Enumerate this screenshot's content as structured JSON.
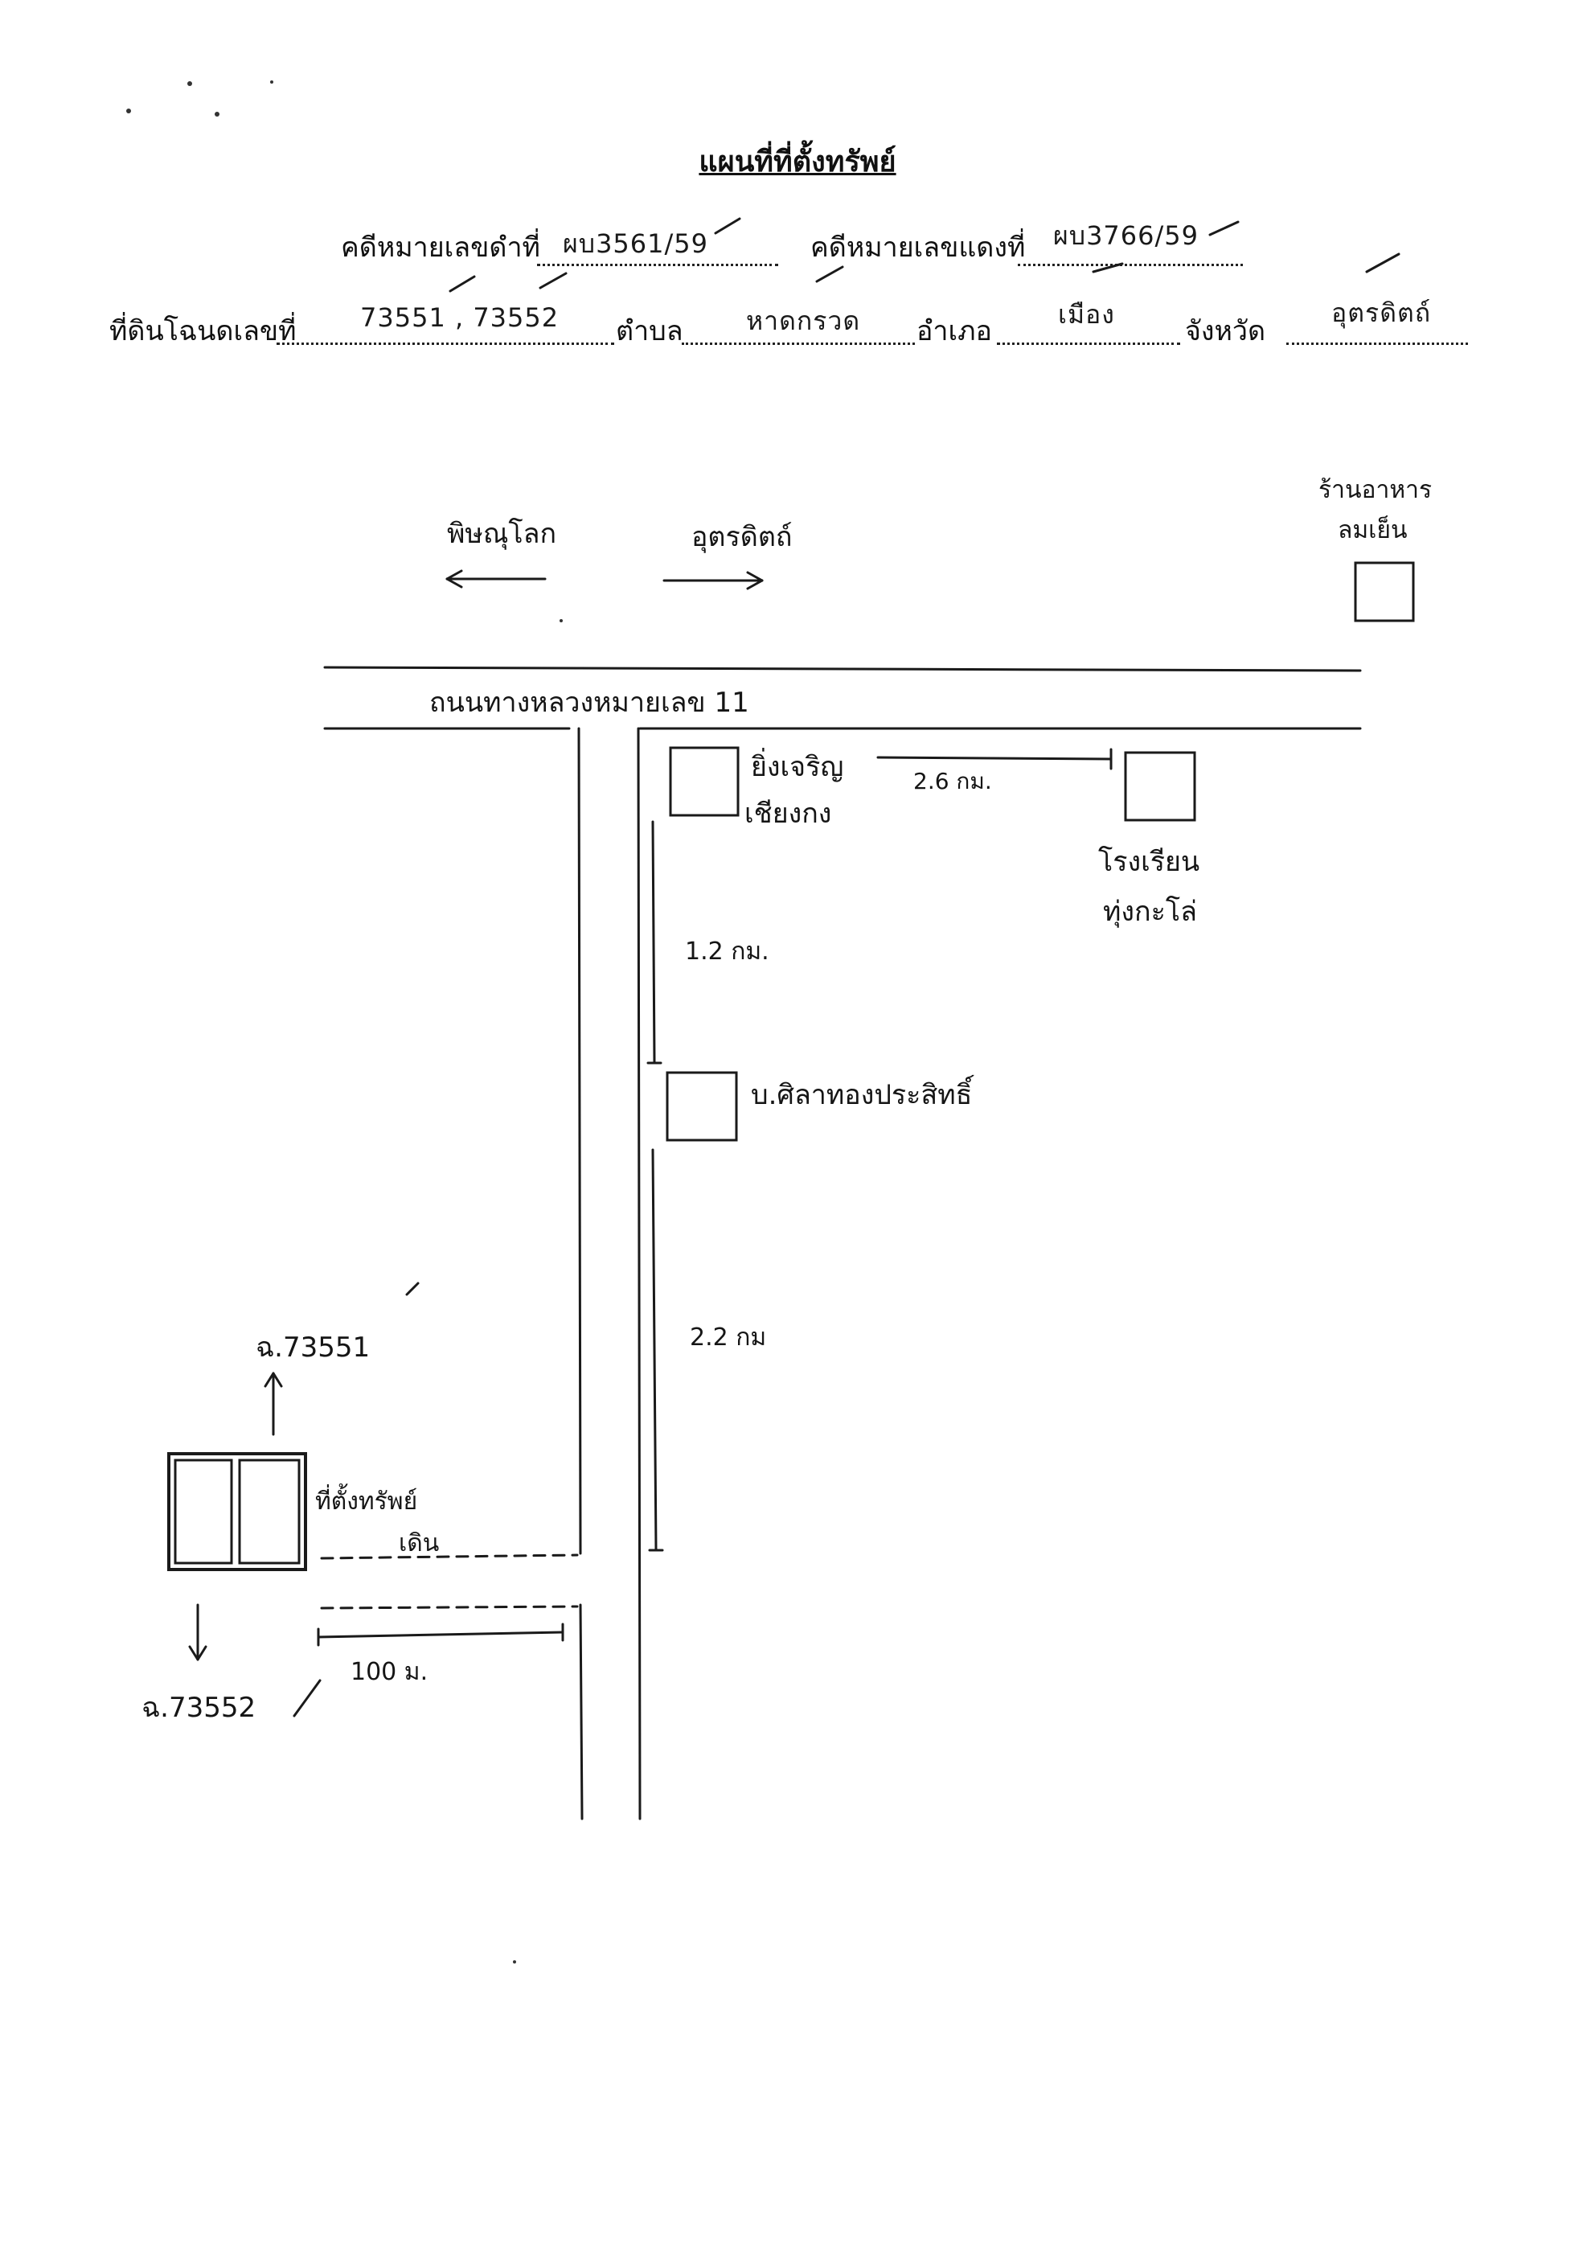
{
  "header": {
    "title": "แผนที่ที่ตั้งทรัพย์",
    "black_case_label": "คดีหมายเลขดำที่",
    "black_case_value": "ผบ3561/59",
    "red_case_label": "คดีหมายเลขแดงที่",
    "red_case_value": "ผบ3766/59",
    "deed_label": "ที่ดินโฉนดเลขที่",
    "deed_value": "73551 , 73552",
    "subdistrict_label": "ตำบล",
    "subdistrict_value": "หาดกรวด",
    "district_label": "อำเภอ",
    "district_value": "เมือง",
    "province_label": "จังหวัด",
    "province_value": "อุตรดิตถ์"
  },
  "map": {
    "direction_left": "พิษณุโลก",
    "direction_right": "อุตรดิตถ์",
    "restaurant_line1": "ร้านอาหาร",
    "restaurant_line2": "ลมเย็น",
    "highway_label": "ถนนทางหลวงหมายเลข 11",
    "landmark_shop_line1": "ยิ่งเจริญ",
    "landmark_shop_line2": "เชียงกง",
    "distance_top": "2.6 กม.",
    "landmark_school_line1": "โรงเรียน",
    "landmark_school_line2": "ทุ่งกะโล่",
    "distance_mid": "1.2 กม.",
    "landmark_company": "บ.ศิลาทองประสิทธิ์",
    "distance_lower": "2.2 กม",
    "deed_north": "ฉ.73551",
    "property_line1": "ที่ตั้งทรัพย์",
    "property_line2": "เดิน",
    "distance_bottom": "100 ม.",
    "deed_south": "ฉ.73552"
  }
}
